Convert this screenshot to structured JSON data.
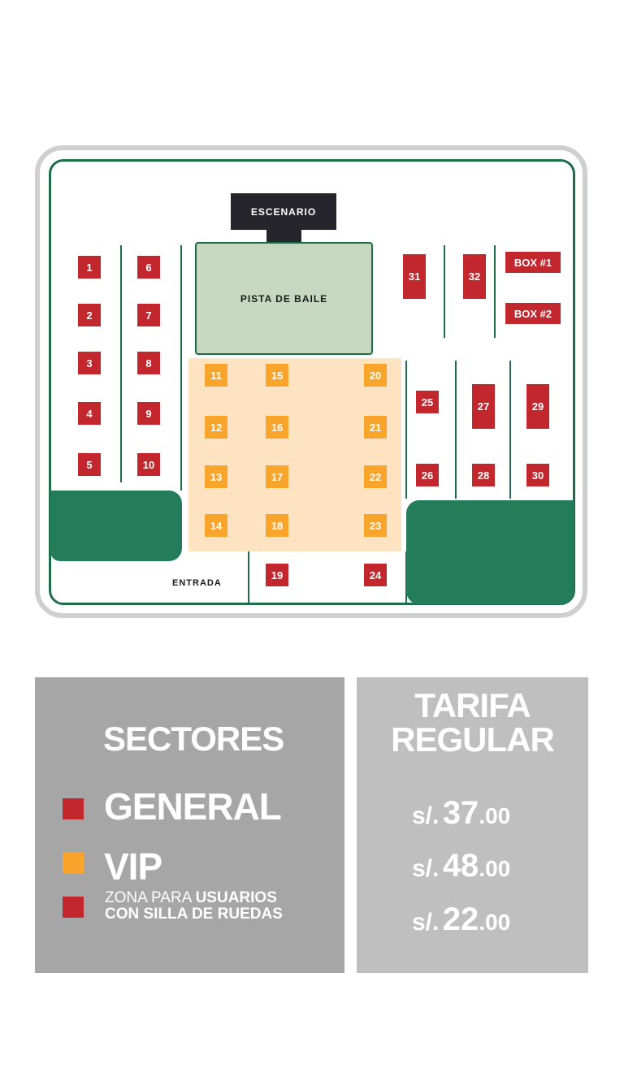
{
  "colors": {
    "general": "#c1272d",
    "vip": "#f9a42a",
    "accessible": "#c1272d",
    "frame_green": "#1f6e4a",
    "dance_floor": "#c6d8bf",
    "vip_zone": "#fde3c1",
    "stage": "#25252b"
  },
  "map": {
    "stage": "ESCENARIO",
    "dance_floor": "PISTA DE BAILE",
    "entrance": "ENTRADA",
    "box1": "BOX #1",
    "box2": "BOX #2",
    "tables": [
      "1",
      "2",
      "3",
      "4",
      "5",
      "6",
      "7",
      "8",
      "9",
      "10",
      "11",
      "12",
      "13",
      "14",
      "15",
      "16",
      "17",
      "18",
      "19",
      "20",
      "21",
      "22",
      "23",
      "24",
      "25",
      "26",
      "27",
      "28",
      "29",
      "30",
      "31",
      "32"
    ]
  },
  "legend": {
    "title": "SECTORES",
    "general": "GENERAL",
    "vip": "VIP",
    "accessible_line1_a": "ZONA PARA ",
    "accessible_line1_b": "USUARIOS",
    "accessible_line2": "CON SILLA DE RUEDAS"
  },
  "pricing": {
    "title_line1": "TARIFA",
    "title_line2": "REGULAR",
    "currency": "s/.",
    "prices": [
      {
        "whole": "37",
        "decimal": ".00"
      },
      {
        "whole": "48",
        "decimal": ".00"
      },
      {
        "whole": "22",
        "decimal": ".00"
      }
    ]
  }
}
